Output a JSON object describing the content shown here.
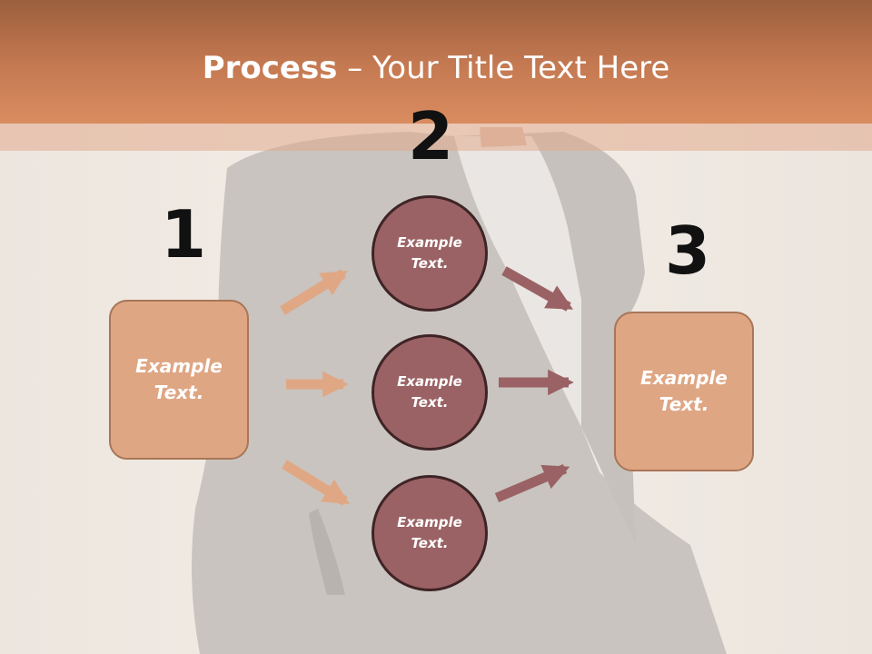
{
  "title": {
    "bold": "Process",
    "rest": " – Your Title Text Here"
  },
  "step_numbers": [
    "1",
    "2",
    "3"
  ],
  "left_box": {
    "text": "Example\nText."
  },
  "circles": [
    {
      "text": "Example\nText."
    },
    {
      "text": "Example\nText."
    },
    {
      "text": "Example\nText."
    }
  ],
  "right_box": {
    "text": "Example\nText."
  },
  "colors": {
    "header": "#c67a52",
    "box_fill": "#dfa684",
    "circle_fill": "#9a6264",
    "arrow_left": "#e0a784",
    "arrow_right": "#9a6264"
  }
}
